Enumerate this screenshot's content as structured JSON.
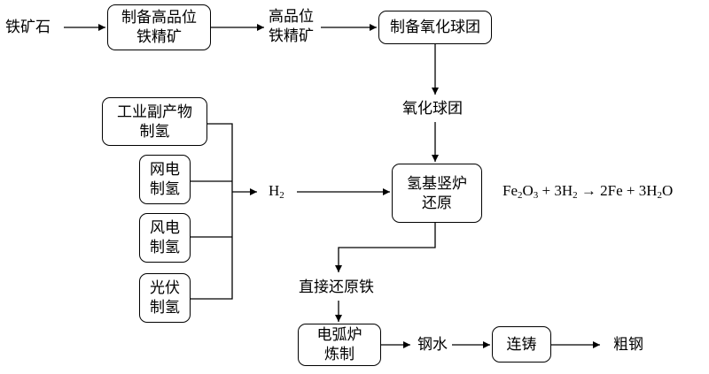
{
  "nodes": {
    "ore": "铁矿石",
    "prep_concentrate": [
      "制备高品位",
      "铁精矿"
    ],
    "concentrate": [
      "高品位",
      "铁精矿"
    ],
    "prep_pellet": "制备氧化球团",
    "pellet": "氧化球团",
    "industrial_h2": [
      "工业副产物",
      "制氢"
    ],
    "grid_h2": [
      "网电",
      "制氢"
    ],
    "wind_h2": [
      "风电",
      "制氢"
    ],
    "solar_h2": [
      "光伏",
      "制氢"
    ],
    "hydrogen": {
      "base": "H",
      "sub": "2"
    },
    "shaft_furnace": [
      "氢基竖炉",
      "还原"
    ],
    "dri": "直接还原铁",
    "eaf": [
      "电弧炉",
      "炼制"
    ],
    "molten_steel": "钢水",
    "casting": "连铸",
    "crude_steel": "粗钢"
  },
  "reaction": {
    "p1": "Fe",
    "s1": "2",
    "p2": "O",
    "s2": "3",
    "p3": " + 3H",
    "s3": "2",
    "p4": " → 2Fe + 3H",
    "s4": "2",
    "p5": "O"
  }
}
